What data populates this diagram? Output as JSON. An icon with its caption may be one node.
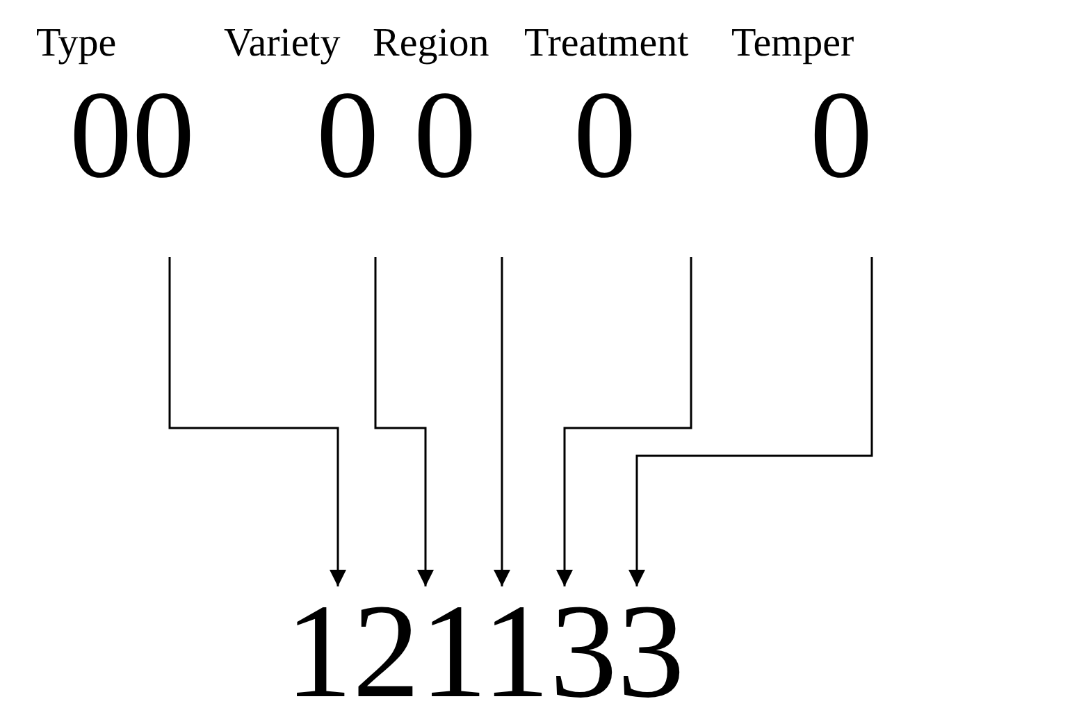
{
  "diagram": {
    "nodes": [
      {
        "text": [
          "Type",
          "00"
        ]
      },
      {
        "text": [
          "Variety",
          "0"
        ]
      },
      {
        "text": [
          "Region",
          "0"
        ]
      },
      {
        "text": [
          "Treatment",
          "0"
        ]
      },
      {
        "text": [
          "Temper",
          "0"
        ]
      },
      {
        "text": [
          "121133"
        ]
      }
    ],
    "edges": [
      {
        "from": 0,
        "to": 5,
        "arrow": "to"
      },
      {
        "from": 1,
        "to": 5,
        "arrow": "to"
      },
      {
        "from": 2,
        "to": 5,
        "arrow": "to"
      },
      {
        "from": 3,
        "to": 5,
        "arrow": "to"
      },
      {
        "from": 4,
        "to": 5,
        "arrow": "to"
      }
    ]
  }
}
